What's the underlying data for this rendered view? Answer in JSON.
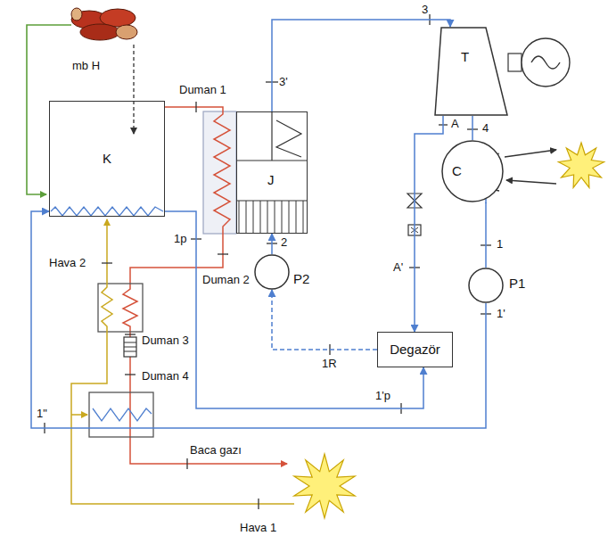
{
  "diagram": {
    "nodes": [
      {
        "text": [
          "K"
        ]
      },
      {
        "text": [
          "J"
        ]
      },
      {
        "text": [
          "T"
        ]
      },
      {
        "text": [
          "C"
        ]
      },
      {
        "text": [
          "P1"
        ]
      },
      {
        "text": [
          "P2"
        ]
      },
      {
        "text": [
          "Degazör"
        ]
      }
    ],
    "edges": [
      {
        "from": 1,
        "to": 2,
        "arrow": "to"
      },
      {
        "from": 2,
        "to": 3,
        "arrow": "none"
      },
      {
        "from": 2,
        "to": 6,
        "arrow": "to"
      },
      {
        "from": 3,
        "to": 4,
        "arrow": "none"
      },
      {
        "from": 4,
        "to": 0,
        "arrow": "to"
      },
      {
        "from": 0,
        "to": 6,
        "arrow": "to"
      },
      {
        "from": 6,
        "to": 5,
        "arrow": "to"
      },
      {
        "from": 5,
        "to": 1,
        "arrow": "to"
      }
    ],
    "labels": [
      "mb H",
      "Duman 1",
      "3'",
      "3",
      "A",
      "4",
      "1",
      "1'",
      "A'",
      "1p",
      "Duman 2",
      "2",
      "Hava 2",
      "Duman 3",
      "Duman 4",
      "1R",
      "1'p",
      "1\"",
      "Baca gazı",
      "Hava 1"
    ]
  }
}
